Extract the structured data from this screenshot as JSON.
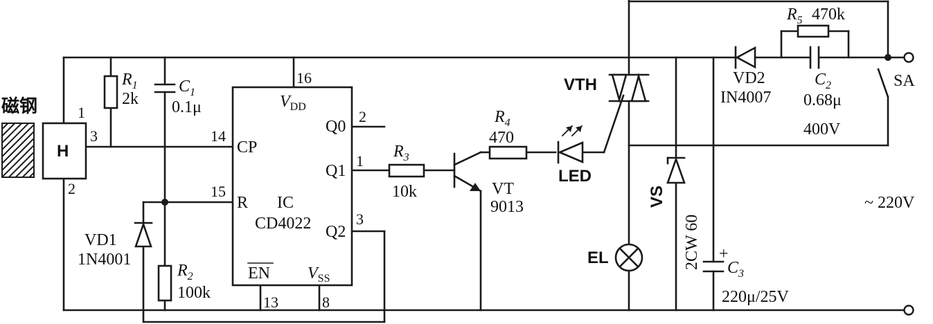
{
  "magnet": {
    "label": "磁钢"
  },
  "hall": {
    "label": "H",
    "pin_1": "1",
    "pin_2": "2",
    "pin_3": "3"
  },
  "r1": {
    "ref": "R",
    "sub": "1",
    "value": "2k"
  },
  "c1": {
    "ref": "C",
    "sub": "1",
    "value": "0.1μ"
  },
  "ic": {
    "ref": "IC",
    "part": "CD4022",
    "vdd_label": "V",
    "vdd_sub": "DD",
    "vss_label": "V",
    "vss_sub": "SS",
    "en_label": "EN",
    "cp_label": "CP",
    "r_label": "R",
    "q0_label": "Q0",
    "q1_label": "Q1",
    "q2_label": "Q2",
    "pin_16": "16",
    "pin_14": "14",
    "pin_15": "15",
    "pin_13": "13",
    "pin_8": "8",
    "pin_2": "2",
    "pin_1": "1",
    "pin_3": "3"
  },
  "vd1": {
    "ref": "VD1",
    "part": "1N4001"
  },
  "r2": {
    "ref": "R",
    "sub": "2",
    "value": "100k"
  },
  "r3": {
    "ref": "R",
    "sub": "3",
    "value": "10k"
  },
  "r4": {
    "ref": "R",
    "sub": "4",
    "value": "470"
  },
  "vt": {
    "ref": "VT",
    "part": "9013"
  },
  "led": {
    "ref": "LED"
  },
  "vth": {
    "ref": "VTH"
  },
  "el": {
    "ref": "EL"
  },
  "vs": {
    "ref": "VS",
    "part": "2CW 60"
  },
  "c3": {
    "ref": "C",
    "sub": "3",
    "value": "220μ/25V",
    "polarity": "+"
  },
  "vd2": {
    "ref": "VD2",
    "part": "IN4007"
  },
  "r5": {
    "ref": "R",
    "sub": "5",
    "value": "470k"
  },
  "c2": {
    "ref": "C",
    "sub": "2",
    "value": "0.68μ",
    "voltage": "400V"
  },
  "sa": {
    "ref": "SA"
  },
  "mains": {
    "label": "~ 220V"
  }
}
